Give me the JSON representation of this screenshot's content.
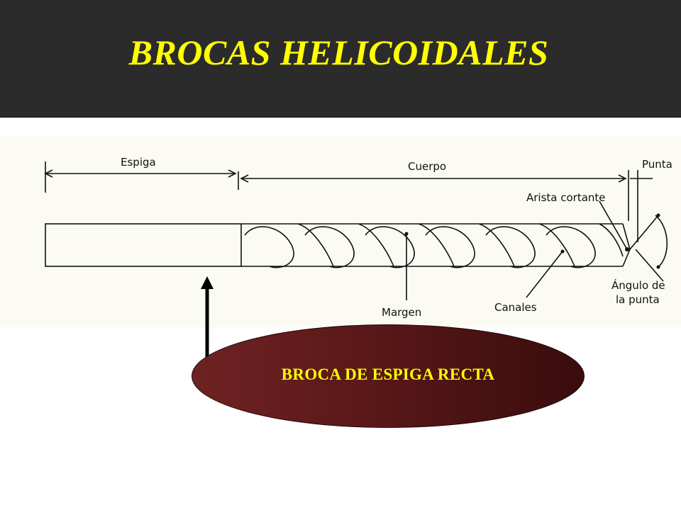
{
  "title": "BROCAS HELICOIDALES",
  "diagram": {
    "labels": {
      "espiga": "Espiga",
      "cuerpo": "Cuerpo",
      "punta": "Punta",
      "arista": "Arista cortante",
      "angulo_1": "Ángulo de",
      "angulo_2": "la punta",
      "margen": "Margen",
      "canales": "Canales"
    }
  },
  "callout": {
    "text": "BROCA DE ESPIGA RECTA"
  },
  "colors": {
    "title_bg": "#2b2b2b",
    "title_text": "#ffff00",
    "callout_bg": "#5a1818",
    "callout_text": "#ffff00"
  }
}
